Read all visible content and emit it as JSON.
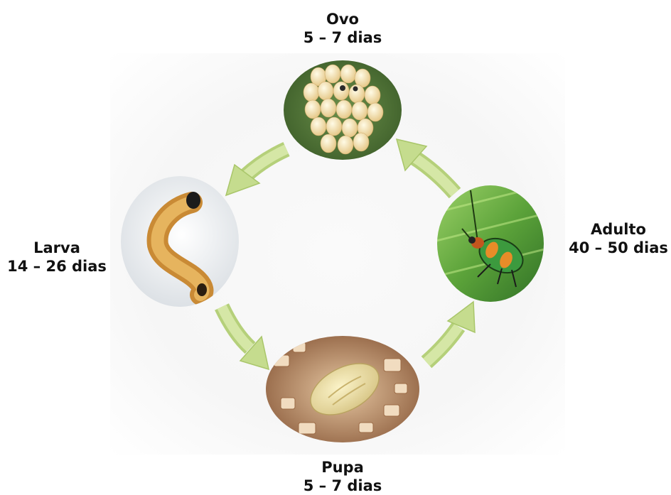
{
  "stages": {
    "ovo": {
      "name": "Ovo",
      "duration": "5 – 7 dias"
    },
    "adulto": {
      "name": "Adulto",
      "duration": "40 – 50 dias"
    },
    "larva": {
      "name": "Larva",
      "duration": "14 – 26 dias"
    },
    "pupa": {
      "name": "Pupa",
      "duration": "5 – 7 dias"
    }
  },
  "colors": {
    "arrow": "#c5dc8e",
    "arrow_edge": "#a9c66a"
  }
}
